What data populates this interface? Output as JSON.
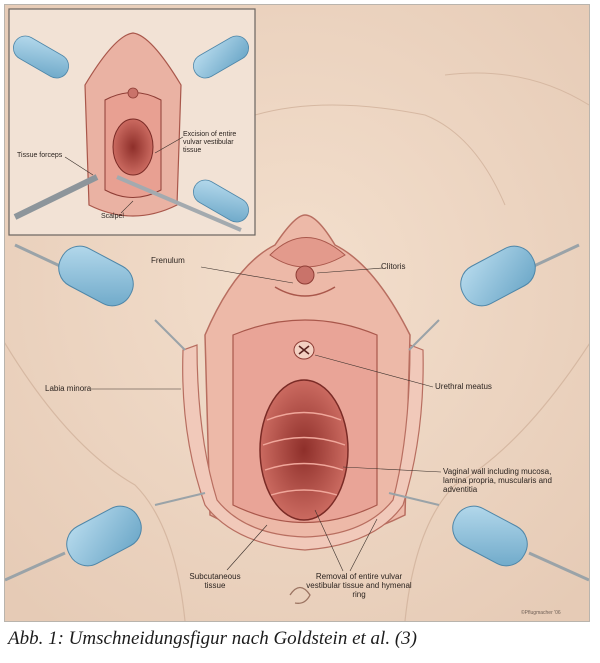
{
  "figure": {
    "main_labels": {
      "frenulum": "Frenulum",
      "clitoris": "Clitoris",
      "labia_minora": "Labia minora",
      "urethral_meatus": "Urethral meatus",
      "vaginal_wall": "Vaginal wall including mucosa, lamina propria, muscularis and adventitia",
      "subcutaneous": "Subcutaneous tissue",
      "removal": "Removal of entire vulvar vestibular tissue and hymenal ring"
    },
    "inset_labels": {
      "excision": "Excision of entire vulvar vestibular tissue",
      "tissue_forceps": "Tissue forceps",
      "scalpel": "Scalpel"
    },
    "signature": "©Pflugmacher '06"
  },
  "caption": "Abb. 1: Umschneidungsfigur nach Goldstein et al. (3)",
  "colors": {
    "skin": "#f0dccb",
    "tissue": "#e9a497",
    "deep_tissue": "#b8524a",
    "retractor": "#8fc3de"
  }
}
